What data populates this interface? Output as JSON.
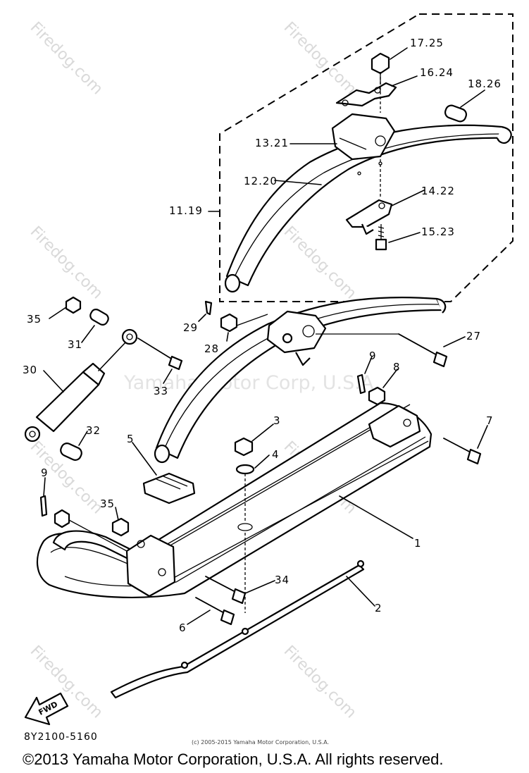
{
  "watermarks": {
    "site": "Firedog.com",
    "center": "Yamaha Motor Corp, U.S.A."
  },
  "labels": {
    "l1": "1",
    "l2": "2",
    "l3": "3",
    "l4": "4",
    "l5": "5",
    "l6": "6",
    "l7": "7",
    "l8": "8",
    "l9a": "9",
    "l9b": "9",
    "l11_19": "11.19",
    "l12_20": "12.20",
    "l13_21": "13.21",
    "l14_22": "14.22",
    "l15_23": "15.23",
    "l16_24": "16.24",
    "l17_25": "17.25",
    "l18_26": "18.26",
    "l27": "27",
    "l28": "28",
    "l29": "29",
    "l30": "30",
    "l31": "31",
    "l32": "32",
    "l33": "33",
    "l34": "34",
    "l35a": "35",
    "l35b": "35"
  },
  "fwd_label": "FWD",
  "diagram_code": "8Y2100-5160",
  "small_copyright": "(c) 2005-2015 Yamaha Motor Corporation, U.S.A.",
  "footer": "©2013 Yamaha Motor Corporation, U.S.A. All rights reserved."
}
